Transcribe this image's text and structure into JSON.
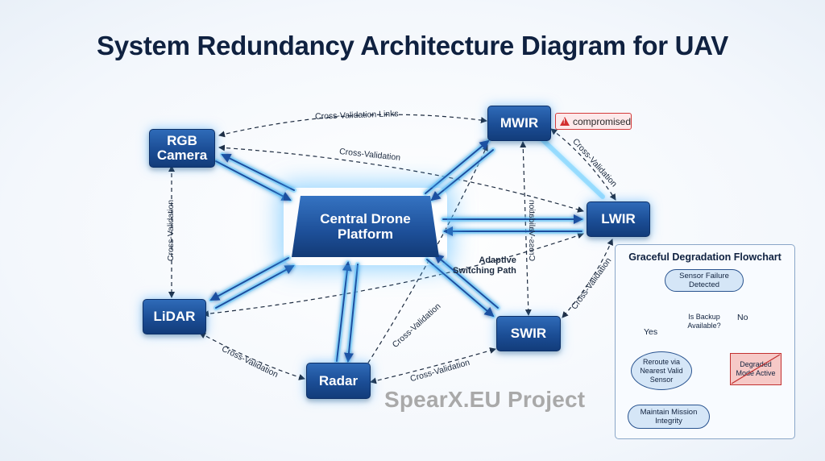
{
  "title": "System Redundancy Architecture Diagram for UAV",
  "nodes": {
    "rgb_camera": "RGB\nCamera",
    "mwir": "MWIR",
    "lwir": "LWIR",
    "central": "Central Drone\nPlatform",
    "lidar": "LiDAR",
    "swir": "SWIR",
    "radar": "Radar"
  },
  "badge": {
    "text": "compromised",
    "icon": "warning-icon",
    "color": "#d43a3a"
  },
  "labels": {
    "cross_validation_links": "Cross-Validation Links",
    "cross_validation": "Cross-Validation",
    "cross_validation_mirrored": "Cross-Validation",
    "adaptive_switching": "Adaptive\nSwitching Path"
  },
  "flowchart": {
    "title": "Graceful Degradation Flowchart",
    "start": "Sensor Failure\nDetected",
    "decision": "Is Backup\nAvailable?",
    "yes": "Yes",
    "no": "No",
    "reroute": "Reroute via\nNearest Valid\nSensor",
    "degraded": "Degraded\nMode Active",
    "maintain": "Maintain Mission\nIntegrity"
  },
  "watermark": "SpearX.EU Project",
  "colors": {
    "node_fill": "#1b4d95",
    "glow": "#40aaff",
    "alert": "#d43a3a",
    "title": "#0f2140"
  }
}
